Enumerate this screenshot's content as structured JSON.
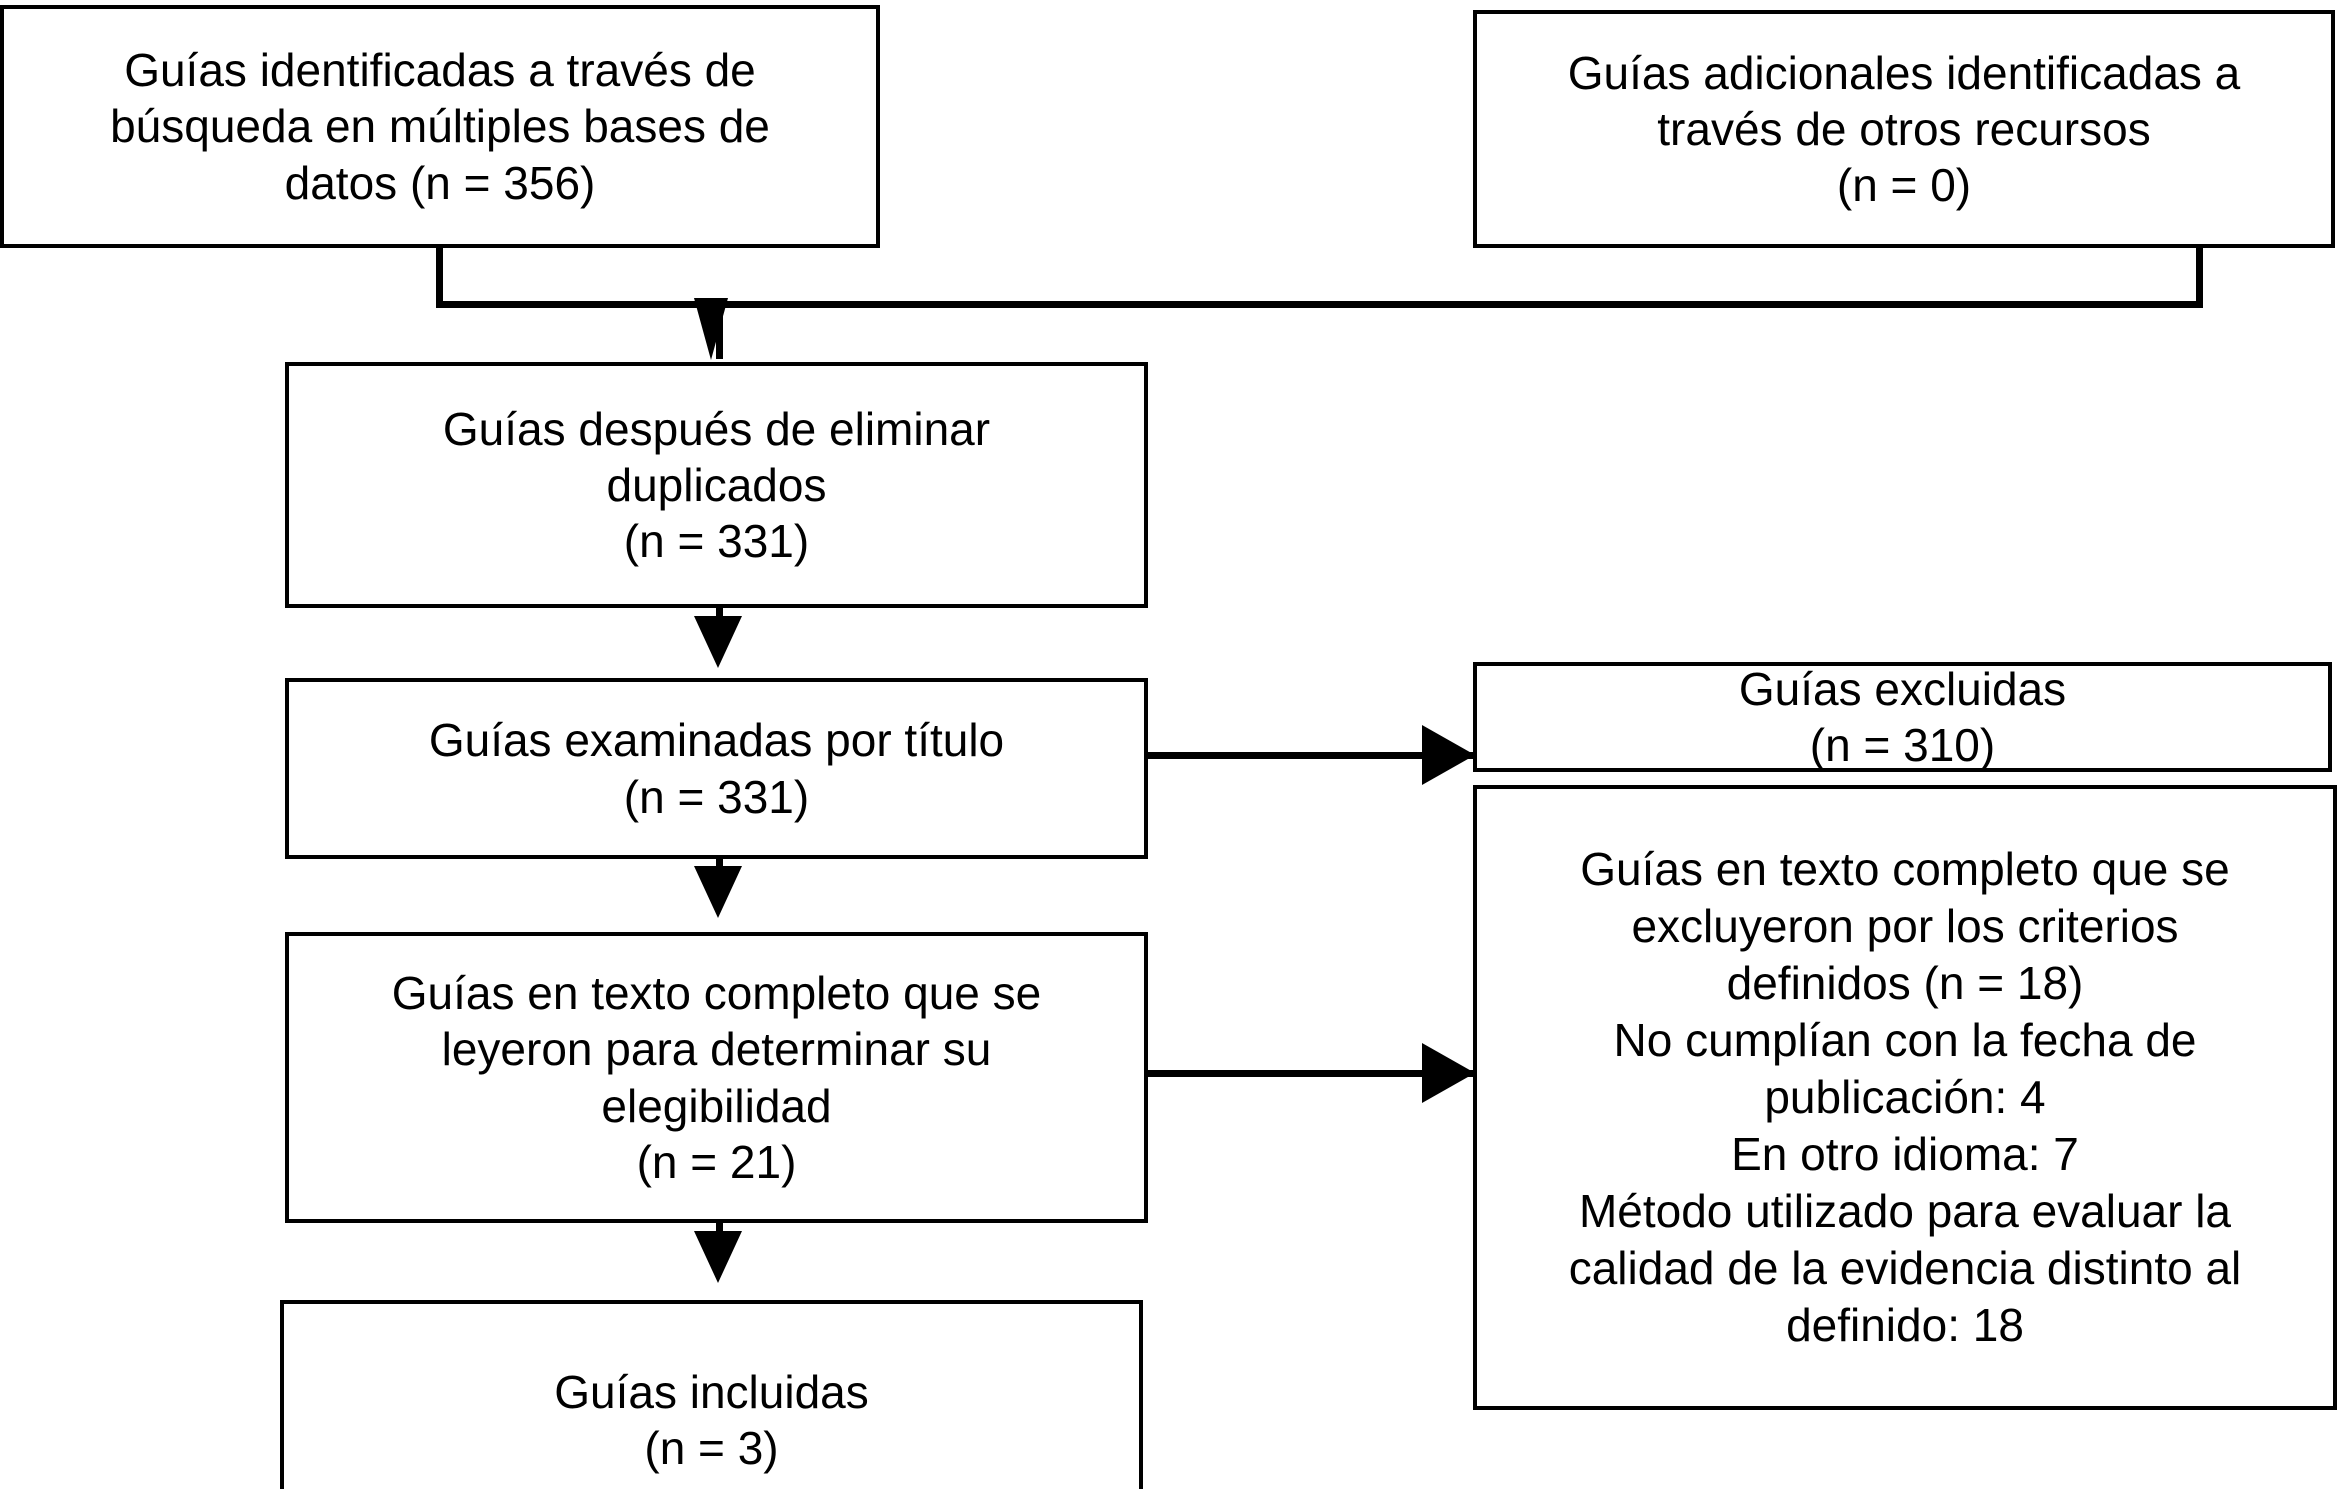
{
  "diagram": {
    "type": "prisma-flow-diagram",
    "language": "es",
    "colors": {
      "background": "#ffffff",
      "stroke": "#000000",
      "text": "#000000"
    },
    "nodes": {
      "identified": {
        "label": "Guías identificadas a través de\nbúsqueda en múltiples bases de\ndatos (n = 356)",
        "count": 356
      },
      "additional": {
        "label": "Guías adicionales identificadas a\ntravés de otros recursos\n(n = 0)",
        "count": 0
      },
      "duplicates": {
        "label": "Guías después de eliminar\nduplicados\n(n = 331)",
        "count": 331
      },
      "screened": {
        "label": "Guías examinadas por título\n(n = 331)",
        "count": 331
      },
      "fulltext": {
        "label": "Guías en texto completo que se\nleyeron para determinar su\nelegibilidad\n(n = 21)",
        "count": 21
      },
      "included": {
        "label": "Guías incluidas\n(n = 3)",
        "count": 3
      },
      "excluded": {
        "label": "Guías excluidas\n(n = 310)",
        "count": 310
      },
      "excluded_reasons": {
        "label": "Guías en texto completo que se\nexcluyeron por los criterios\ndefinidos (n = 18)\nNo cumplían con la fecha de\npublicación: 4\nEn otro idioma: 7\nMétodo utilizado para evaluar la\ncalidad de la evidencia distinto al\ndefinido: 18",
        "count": 18,
        "reasons": [
          {
            "text": "No cumplían con la fecha de publicación",
            "count": 4
          },
          {
            "text": "En otro idioma",
            "count": 7
          },
          {
            "text": "Método utilizado para evaluar la calidad de la evidencia distinto al definido",
            "count": 18
          }
        ]
      }
    },
    "edges": [
      {
        "from": "identified",
        "to": "duplicates",
        "style": "merge-down-arrow"
      },
      {
        "from": "additional",
        "to": "duplicates",
        "style": "merge-down-arrow"
      },
      {
        "from": "duplicates",
        "to": "screened",
        "style": "down-arrow"
      },
      {
        "from": "screened",
        "to": "fulltext",
        "style": "down-arrow"
      },
      {
        "from": "screened",
        "to": "excluded",
        "style": "right-arrow"
      },
      {
        "from": "fulltext",
        "to": "included",
        "style": "down-arrow"
      },
      {
        "from": "fulltext",
        "to": "excluded_reasons",
        "style": "right-arrow"
      }
    ]
  }
}
